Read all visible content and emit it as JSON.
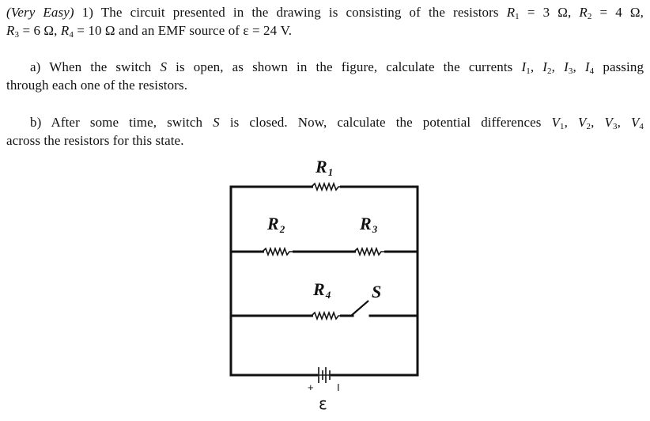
{
  "problem": {
    "difficulty": "(Very Easy)",
    "number": "1)",
    "intro_text": "The circuit presented in the drawing is consisting of the resistors",
    "r1": "R",
    "r1_sub": "1",
    "r1_val": " = 3 Ω, ",
    "r2": "R",
    "r2_sub": "2",
    "r2_val": " = 4 Ω,",
    "r3": "R",
    "r3_sub": "3",
    "r3_val": " = 6 Ω, ",
    "r4": "R",
    "r4_sub": "4",
    "r4_val": " = 10 Ω and an EMF source of  ε = 24 V."
  },
  "part_a": {
    "label": "a)",
    "text_1": "When the switch",
    "switch": "S",
    "text_2": "is open, as shown in the figure, calculate the currents",
    "currents": [
      "I",
      "1",
      ", ",
      "I",
      "2",
      ", ",
      "I",
      "3",
      ", ",
      "I",
      "4"
    ],
    "text_3": "passing",
    "line2": "through each one of the resistors."
  },
  "part_b": {
    "label": "b)",
    "text_1": "After some time, switch",
    "switch": "S",
    "text_2": "is closed. Now, calculate the potential differences",
    "voltages": [
      "V",
      "1",
      ", ",
      "V",
      "2",
      ", ",
      "V",
      "3",
      ", ",
      "V",
      "4"
    ],
    "line2": "across the resistors for this state."
  },
  "circuit": {
    "labels": {
      "r1": "R",
      "r1_sub": "1",
      "r2": "R",
      "r2_sub": "2",
      "r3": "R",
      "r3_sub": "3",
      "r4": "R",
      "r4_sub": "4",
      "switch": "S",
      "plus": "+",
      "minus": "I",
      "emf": "ε"
    }
  }
}
